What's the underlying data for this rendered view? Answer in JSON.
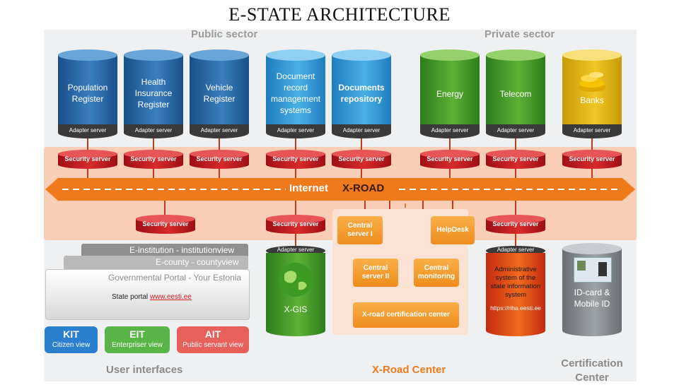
{
  "title": "E-STATE ARCHITECTURE",
  "sectors": {
    "public": "Public sector",
    "private": "Private sector"
  },
  "adapter_label": "Adapter server",
  "security_label": "Security server",
  "databases": [
    {
      "label": "Population Register",
      "color": "blue"
    },
    {
      "label": "Health Insurance Register",
      "color": "blue"
    },
    {
      "label": "Vehicle Register",
      "color": "blue"
    },
    {
      "label": "Document record management systems",
      "color": "lblue"
    },
    {
      "label": "Documents repository",
      "color": "lblue"
    },
    {
      "label": "Energy",
      "color": "green"
    },
    {
      "label": "Telecom",
      "color": "green"
    },
    {
      "label": "Banks",
      "color": "yellow"
    }
  ],
  "xroad": {
    "internet": "Internet",
    "name": "X-ROAD"
  },
  "center": {
    "central1": "Central server I",
    "central2": "Central server II",
    "monitoring": "Central monitoring",
    "helpdesk": "HelpDesk",
    "certification": "X-road certification center"
  },
  "xgis": "X-GIS",
  "admin_system": {
    "text": "Administrative system of the state information system",
    "link": "https://riha.eesti.ee"
  },
  "id_card": "ID-card & Mobile ID",
  "portals": {
    "institution": "E-institution - institutionview",
    "county": "E-county - countyview",
    "governmental": "Governmental Portal - Your Estonia",
    "state_portal": "State portal",
    "state_link": "www.eesti.ee"
  },
  "views": [
    {
      "key": "KIT",
      "sub": "Citizen view",
      "color": "#2a7fcf"
    },
    {
      "key": "EIT",
      "sub": "Enterpriser view",
      "color": "#5ab548"
    },
    {
      "key": "AIT",
      "sub": "Public servant view",
      "color": "#e8605a"
    }
  ],
  "footers": {
    "user": "User interfaces",
    "xroad_center": "X-Road Center",
    "cert": "Certification Center"
  }
}
